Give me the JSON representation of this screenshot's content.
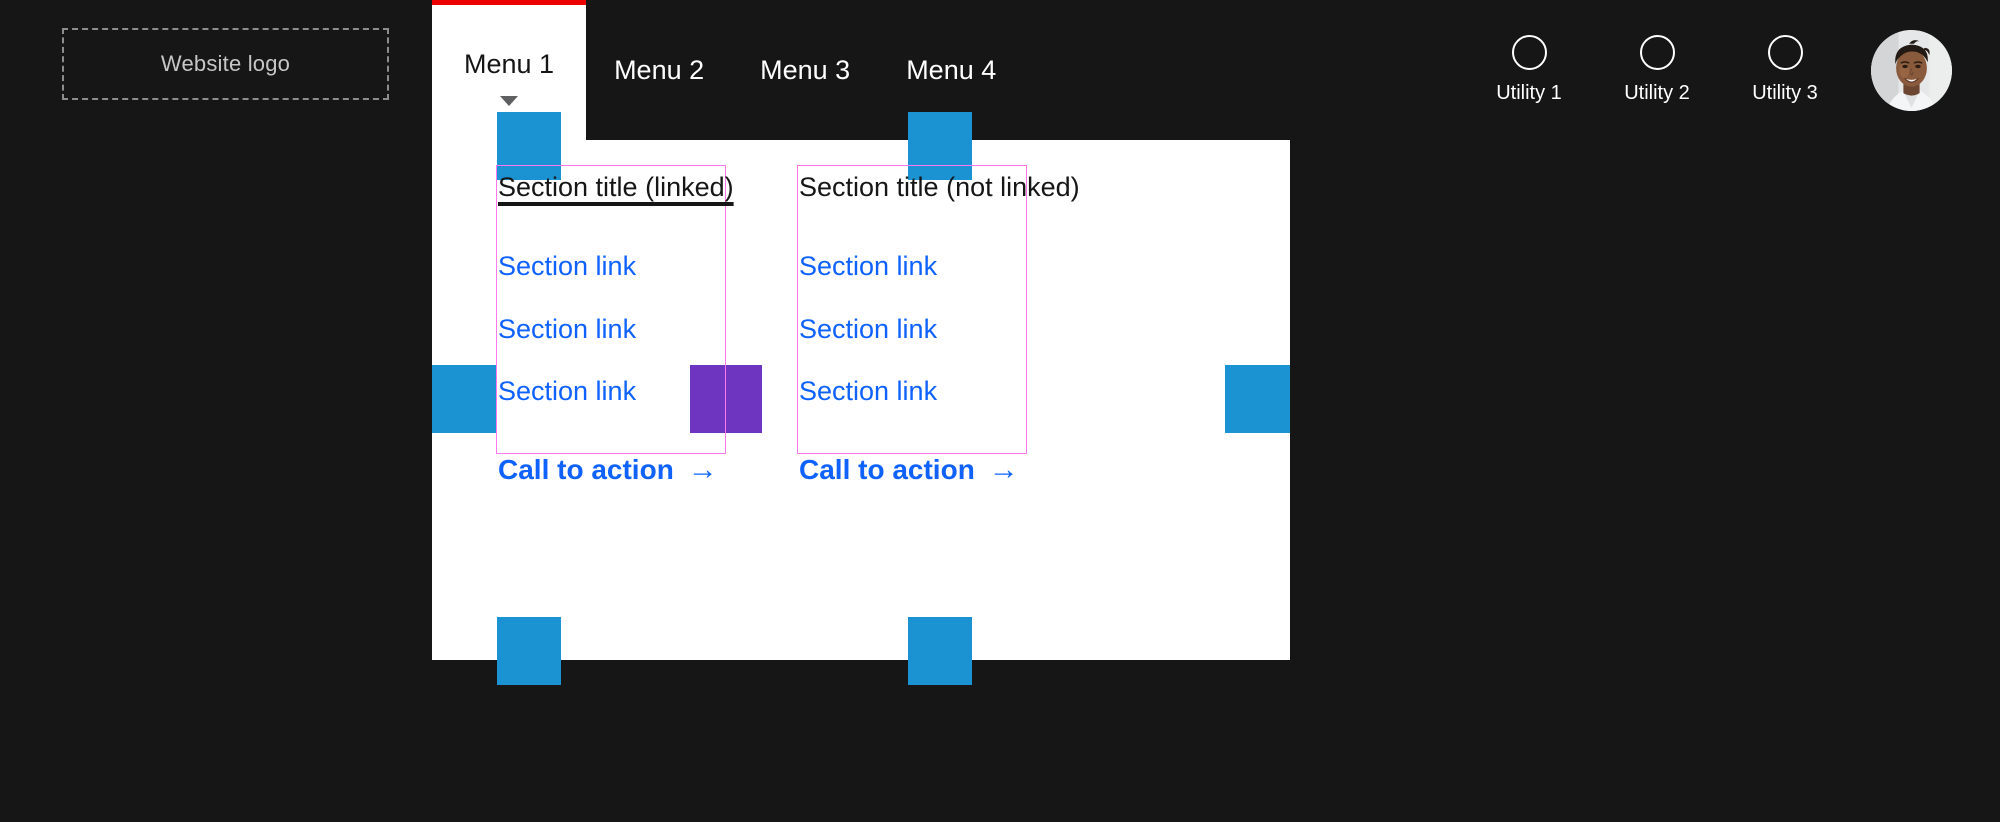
{
  "header": {
    "logo_placeholder": "Website logo",
    "menus": [
      {
        "label": "Menu 1",
        "active": true,
        "caret": "chevron-down-icon"
      },
      {
        "label": "Menu 2",
        "active": false
      },
      {
        "label": "Menu 3",
        "active": false
      },
      {
        "label": "Menu 4",
        "active": false
      }
    ],
    "utilities": [
      {
        "label": "Utility 1",
        "icon": "circle-icon"
      },
      {
        "label": "Utility 2",
        "icon": "circle-icon"
      },
      {
        "label": "Utility 3",
        "icon": "circle-icon"
      }
    ],
    "avatar": "user-avatar"
  },
  "dropdown": {
    "columns": [
      {
        "title": "Section title (linked)",
        "title_linked": true,
        "links": [
          "Section link",
          "Section link",
          "Section link"
        ],
        "cta_label": "Call to action",
        "cta_arrow": "→"
      },
      {
        "title": "Section title (not linked)",
        "title_linked": false,
        "links": [
          "Section link",
          "Section link",
          "Section link"
        ],
        "cta_label": "Call to action",
        "cta_arrow": "→"
      }
    ]
  },
  "colors": {
    "background": "#161616",
    "panel": "#ffffff",
    "accent_red": "#ed0000",
    "link_blue": "#0f62fe",
    "spacing_blue": "#1b92d1",
    "spacing_purple": "#6e35c0",
    "annotation_magenta": "#ff78f0",
    "text_dark": "#161616",
    "text_light": "#ffffff"
  }
}
